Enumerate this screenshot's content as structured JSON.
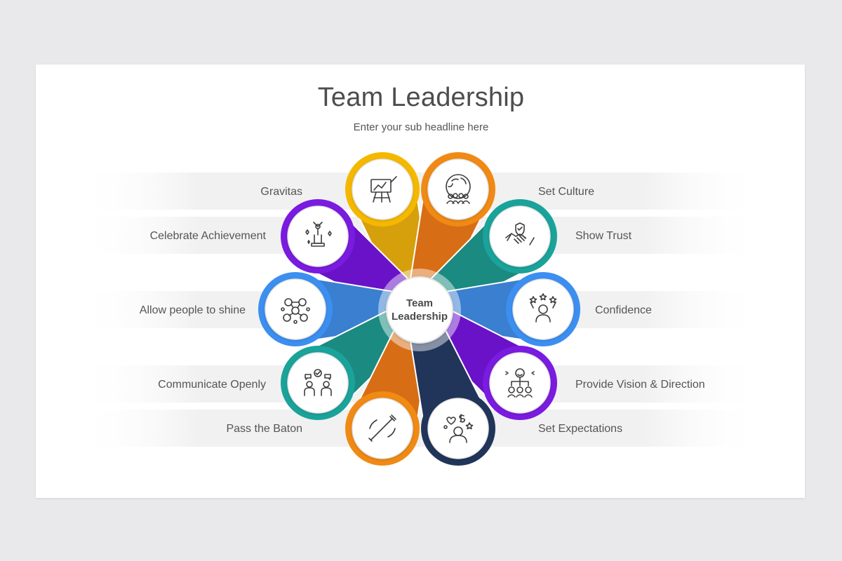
{
  "title": "Team Leadership",
  "subtitle": "Enter your sub headline here",
  "center": {
    "line1": "Team",
    "line2": "Leadership"
  },
  "items": [
    {
      "label": "Gravitas",
      "color": "#f5b800",
      "shade": "#d6a00c",
      "icon": "easel-chart-icon"
    },
    {
      "label": "Set Culture",
      "color": "#f08a14",
      "shade": "#d76d14",
      "icon": "globe-people-icon"
    },
    {
      "label": "Celebrate Achievement",
      "color": "#7a1be0",
      "shade": "#6a12c8",
      "icon": "trophy-winner-icon"
    },
    {
      "label": "Show Trust",
      "color": "#1aa39a",
      "shade": "#1b8a80",
      "icon": "handshake-shield-icon"
    },
    {
      "label": "Allow people to shine",
      "color": "#3c8ff0",
      "shade": "#3a7fd0",
      "icon": "network-people-icon"
    },
    {
      "label": "Confidence",
      "color": "#3c8ff0",
      "shade": "#3a7fd0",
      "icon": "person-stars-icon"
    },
    {
      "label": "Communicate Openly",
      "color": "#1aa39a",
      "shade": "#1b8a80",
      "icon": "people-conversation-icon"
    },
    {
      "label": "Provide Vision & Direction",
      "color": "#7a1be0",
      "shade": "#6a12c8",
      "icon": "org-hierarchy-icon"
    },
    {
      "label": "Pass the Baton",
      "color": "#f08a14",
      "shade": "#d76d14",
      "icon": "baton-icon"
    },
    {
      "label": "Set Expectations",
      "color": "#21355a",
      "shade": "#21355a",
      "icon": "thinking-person-icon"
    }
  ]
}
